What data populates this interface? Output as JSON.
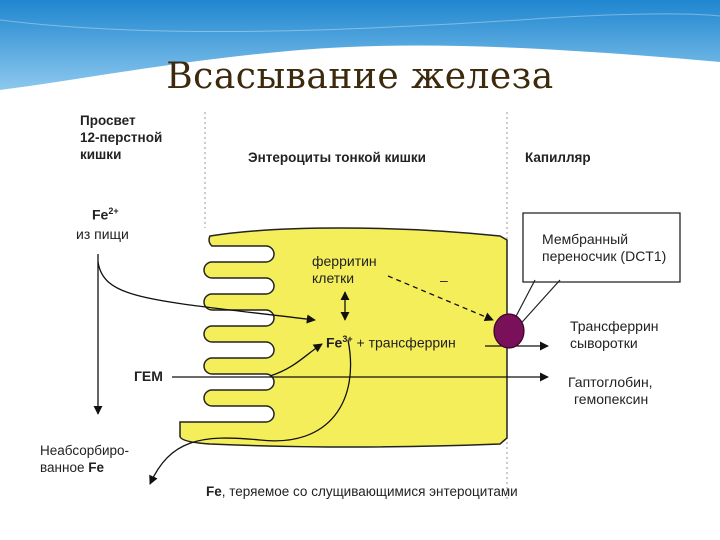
{
  "slide": {
    "title": "Всасывание железа"
  },
  "diagram": {
    "headers": {
      "lumen_line1": "Просвет",
      "lumen_line2": "12-перстной",
      "lumen_line3": "кишки",
      "enterocytes": "Энтероциты тонкой кишки",
      "capillary": "Капилляр"
    },
    "fe_diet": {
      "symbol": "Fe",
      "charge": "2+",
      "source": "из пищи"
    },
    "heme": "ГЕМ",
    "unabsorbed": {
      "line1": "Неабсорбиро-",
      "line2_prefix": "ванное ",
      "line2_bold": "Fe"
    },
    "ferritin": {
      "line1": "ферритин",
      "line2": "клетки"
    },
    "minus_sign": "–",
    "fe3": {
      "symbol": "Fe",
      "charge": "3+",
      "plus": "+",
      "partner": "трансферрин"
    },
    "transporter": {
      "line1": "Мембранный",
      "line2": "переносчик (DCT1)"
    },
    "serum_transferrin": {
      "line1": "Трансферрин",
      "line2": "сыворотки"
    },
    "haptoglobin": {
      "line1": "Гаптоглобин,",
      "line2": "гемопексин"
    },
    "shed_fe": {
      "bold": "Fe",
      "rest": ", теряемое со слущивающимися энтероцитами"
    }
  },
  "colors": {
    "banner_top": "#1f86cf",
    "banner_bottom": "#d8ecf8",
    "cell_fill": "#f4ee5a",
    "transporter_fill": "#7a0f5a",
    "title_color": "#3d2a0c"
  }
}
